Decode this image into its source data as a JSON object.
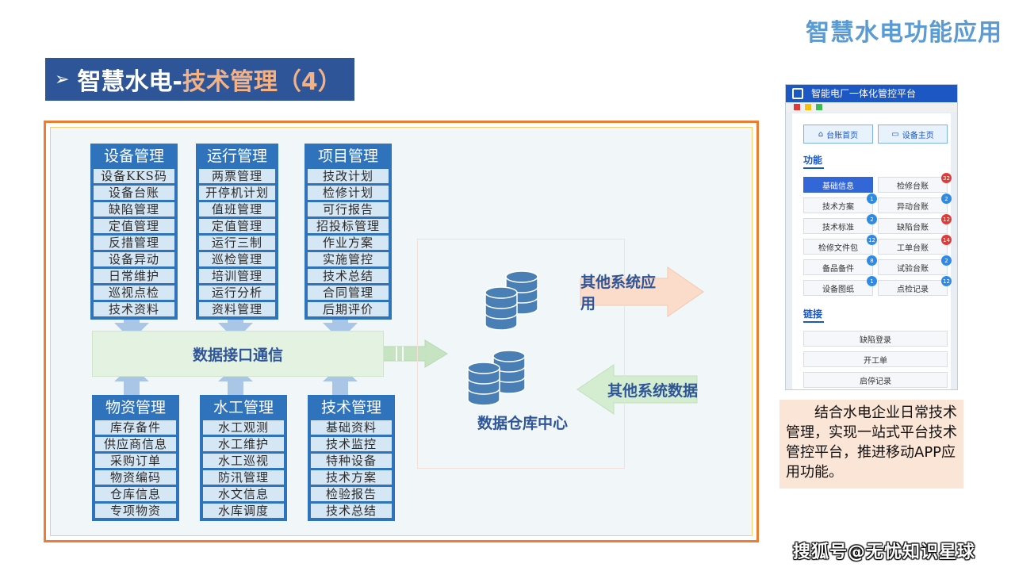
{
  "page_title": "智慧水电功能应用",
  "section_banner": {
    "prefix": "智慧水电-",
    "highlight": "技术管理（4）",
    "accent_color": "#f4b183",
    "bg_color": "#2e5597"
  },
  "diagram": {
    "modules_top": [
      {
        "title": "设备管理",
        "items": [
          "设备KKS码",
          "设备台账",
          "缺陷管理",
          "定值管理",
          "反措管理",
          "设备异动",
          "日常维护",
          "巡视点检",
          "技术资料"
        ]
      },
      {
        "title": "运行管理",
        "items": [
          "两票管理",
          "开停机计划",
          "值班管理",
          "定值管理",
          "运行三制",
          "巡检管理",
          "培训管理",
          "运行分析",
          "资料管理"
        ]
      },
      {
        "title": "项目管理",
        "items": [
          "技改计划",
          "检修计划",
          "可行报告",
          "招投标管理",
          "作业方案",
          "实施管控",
          "技术总结",
          "合同管理",
          "后期评价"
        ]
      }
    ],
    "modules_bottom": [
      {
        "title": "物资管理",
        "items": [
          "库存备件",
          "供应商信息",
          "采购订单",
          "物资编码",
          "仓库信息",
          "专项物资"
        ]
      },
      {
        "title": "水工管理",
        "items": [
          "水工观测",
          "水工维护",
          "水工巡视",
          "防汛管理",
          "水文信息",
          "水库调度"
        ]
      },
      {
        "title": "技术管理",
        "items": [
          "基础资料",
          "技术监控",
          "特种设备",
          "技术方案",
          "检验报告",
          "技术总结"
        ]
      }
    ],
    "comm_bar": "数据接口通信",
    "warehouse_label": "数据仓库中心",
    "arrow_out": "其他系统应用",
    "arrow_in": "其他系统数据"
  },
  "phone_app": {
    "title": "智能电厂一体化管控平台",
    "nav": [
      {
        "label": "台账首页",
        "icon": "home-icon"
      },
      {
        "label": "设备主页",
        "icon": "monitor-icon"
      }
    ],
    "func_section": "功能",
    "functions": [
      {
        "label": "基础信息",
        "badge": "",
        "badge_color": "",
        "active": true
      },
      {
        "label": "检修台账",
        "badge": "32",
        "badge_color": "red",
        "active": false
      },
      {
        "label": "技术方案",
        "badge": "1",
        "badge_color": "blue",
        "active": false
      },
      {
        "label": "异动台账",
        "badge": "2",
        "badge_color": "blue",
        "active": false
      },
      {
        "label": "技术标准",
        "badge": "2",
        "badge_color": "blue",
        "active": false
      },
      {
        "label": "缺陷台账",
        "badge": "12",
        "badge_color": "red",
        "active": false
      },
      {
        "label": "检修文件包",
        "badge": "12",
        "badge_color": "blue",
        "active": false
      },
      {
        "label": "工单台账",
        "badge": "14",
        "badge_color": "red",
        "active": false
      },
      {
        "label": "备品备件",
        "badge": "8",
        "badge_color": "blue",
        "active": false
      },
      {
        "label": "试验台账",
        "badge": "2",
        "badge_color": "blue",
        "active": false
      },
      {
        "label": "设备图纸",
        "badge": "1",
        "badge_color": "blue",
        "active": false
      },
      {
        "label": "点检记录",
        "badge": "12",
        "badge_color": "blue",
        "active": false
      }
    ],
    "link_section": "链接",
    "links": [
      "缺陷登录",
      "开工单",
      "启停记录"
    ]
  },
  "caption": "结合水电企业日常技术管理，实现一站式平台技术管控平台，推进移动APP应用功能。",
  "watermark": "搜狐号@无忧知识星球"
}
